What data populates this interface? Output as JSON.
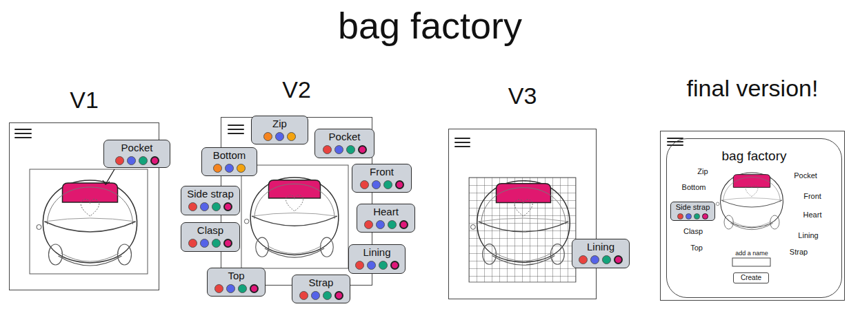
{
  "diagram": {
    "title": "bag factory",
    "nodes": [
      {
        "text": [
          "V1"
        ]
      },
      {
        "text": [
          "Pocket"
        ]
      },
      {
        "text": [
          "V2"
        ]
      },
      {
        "text": [
          "Zip"
        ]
      },
      {
        "text": [
          "Pocket"
        ]
      },
      {
        "text": [
          "Bottom"
        ]
      },
      {
        "text": [
          "Front"
        ]
      },
      {
        "text": [
          "Side strap"
        ]
      },
      {
        "text": [
          "Heart"
        ]
      },
      {
        "text": [
          "Clasp"
        ]
      },
      {
        "text": [
          "Lining"
        ]
      },
      {
        "text": [
          "Top"
        ]
      },
      {
        "text": [
          "Strap"
        ]
      },
      {
        "text": [
          "V3"
        ]
      },
      {
        "text": [
          "Lining"
        ]
      },
      {
        "text": [
          "final version!"
        ]
      },
      {
        "text": [
          "bag factory"
        ],
        "in": 15
      },
      {
        "text": [
          "Side strap"
        ],
        "in": 16
      },
      {
        "text": [
          "Create"
        ],
        "in": 16
      }
    ],
    "labels": [
      "Zip",
      "Bottom",
      "Clasp",
      "Top",
      "Pocket",
      "Front",
      "Heart",
      "Lining",
      "Strap",
      "add a name"
    ]
  }
}
